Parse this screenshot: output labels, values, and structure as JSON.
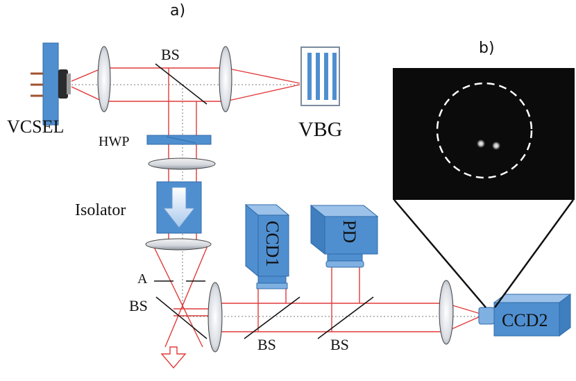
{
  "panels": {
    "a": "a)",
    "b": "b)"
  },
  "labels": {
    "vcsel": "VCSEL",
    "bs_top": "BS",
    "vbg": "VBG",
    "hwp": "HWP",
    "isolator": "Isolator",
    "aperture": "A",
    "bs_left": "BS",
    "bs_mid": "BS",
    "bs_right": "BS",
    "ccd1": "CCD1",
    "pd": "PD",
    "ccd2": "CCD2"
  },
  "colors": {
    "beam": "#e23a3a",
    "component_blue": "#4f8fd0",
    "component_dark": "#2f6aa8",
    "component_light": "#7fb0e2",
    "inset_bg": "#0b0b0b"
  }
}
